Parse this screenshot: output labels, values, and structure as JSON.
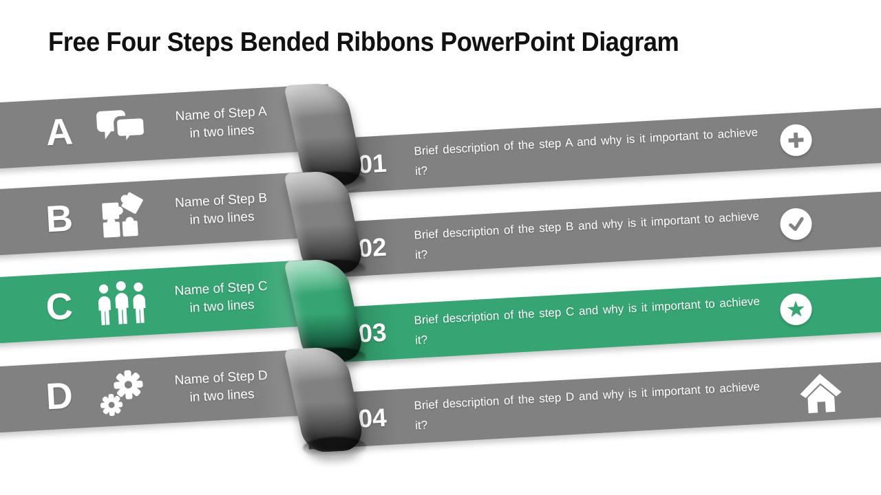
{
  "slide": {
    "title": "Free Four Steps Bended Ribbons PowerPoint Diagram"
  },
  "colors": {
    "gray": "#818181",
    "green": "#36A573",
    "text_on_ribbon": "#FFFFFF",
    "title_text": "#111111",
    "background": "#FFFFFF"
  },
  "steps": [
    {
      "letter": "A",
      "tone": "gray",
      "icon": "chat-bubbles-icon",
      "name_line1": "Name of Step A",
      "name_line2": "in two lines",
      "number": "01",
      "description": "Brief description of the step A and why is it important to achieve it?",
      "badge_icon": "plus-icon"
    },
    {
      "letter": "B",
      "tone": "gray",
      "icon": "puzzle-icon",
      "name_line1": "Name of Step B",
      "name_line2": "in two lines",
      "number": "02",
      "description": "Brief description of the step B and why is it important to achieve it?",
      "badge_icon": "check-icon"
    },
    {
      "letter": "C",
      "tone": "green",
      "icon": "people-icon",
      "name_line1": "Name of Step C",
      "name_line2": "in two lines",
      "number": "03",
      "description": "Brief description of the step C and why is it important to achieve it?",
      "badge_icon": "star-icon"
    },
    {
      "letter": "D",
      "tone": "gray",
      "icon": "gears-icon",
      "name_line1": "Name of Step D",
      "name_line2": "in two lines",
      "number": "04",
      "description": "Brief description of the step D and why is it important to achieve it?",
      "badge_icon": "home-icon"
    }
  ]
}
